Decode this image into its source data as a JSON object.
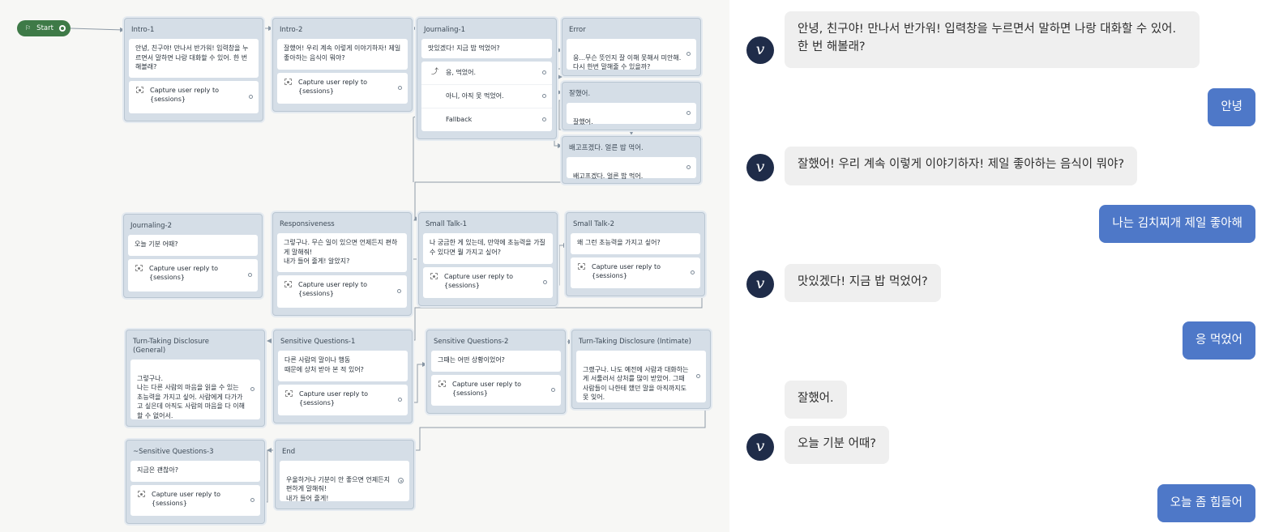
{
  "flow": {
    "start_label": "Start",
    "capture_label": "Capture user reply to {sessions}",
    "nodes": {
      "intro1": {
        "title": "Intro-1",
        "text": "안녕, 친구야! 만나서 반가워! 입력창을 누르면서 말하면 나랑 대화할 수 있어. 한 번 해볼래?"
      },
      "intro2": {
        "title": "Intro-2",
        "text": "잘했어! 우리 계속 이렇게 이야기하자! 제일 좋아하는 음식이 뭐야?"
      },
      "journaling1": {
        "title": "Journaling-1",
        "text": "맛있겠다! 지금 밥 먹었어?",
        "choices": [
          "응, 먹었어.",
          "아니, 아직 못 먹었어.",
          "Fallback"
        ]
      },
      "error": {
        "title": "Error",
        "text": "응...무슨 뜻인지 잘 이해 못해서 미안해. 다시 한번 말해줄 수 있을까?"
      },
      "good": {
        "title": "잘했어.",
        "text": "잘했어."
      },
      "hungry": {
        "title": "배고프겠다. 얼른 밥 먹어.",
        "text": "배고프겠다. 얼른 밥 먹어."
      },
      "journaling2": {
        "title": "Journaling-2",
        "text": "오늘 기분 어때?"
      },
      "responsiveness": {
        "title": "Responsiveness",
        "text": "그렇구나. 무슨 일이 있으면 언제든지 편하게 말해줘!\n내가 들어 줄게! 알았지?"
      },
      "smalltalk1": {
        "title": "Small Talk-1",
        "text": "나 궁금한 게 있는데, 만약에 초능력을 가질 수 있다면 뭘 가지고 싶어?"
      },
      "smalltalk2": {
        "title": "Small Talk-2",
        "text": "왜 그런 초능력을 가지고 싶어?"
      },
      "ttgeneral": {
        "title": "Turn-Taking Disclosure\n(General)",
        "text": "그렇구나.\n나는 다른 사람의 마음을 읽을 수 있는 초능력을 가지고 싶어. 사람에게 다가가고 싶은데 아직도 사람의 마음을 다 이해할 수 없어서."
      },
      "sensitive1": {
        "title": "Sensitive Questions-1",
        "text": "다른 사람의 말이나 행동\n때문에 상처 받아 본 적 있어?"
      },
      "sensitive2": {
        "title": "Sensitive Questions-2",
        "text": "그때는 어떤 상황이었어?"
      },
      "ttintimate": {
        "title": "Turn-Taking Disclosure (Intimate)",
        "text": "그랬구나. 나도 예전에 사람과 대화하는 게 서툴러서 상처를 많이 받았어. 그때 사람들이 나한테 했던 말을 아직까지도 못 잊어."
      },
      "sensitive3": {
        "title": "~Sensitive Questions-3",
        "text": "지금은 괜찮아?"
      },
      "end": {
        "title": "End",
        "text": "우울하거나 기분이 안 좋으면 언제든지 편하게 말해줘!\n내가 들어 줄게!"
      }
    }
  },
  "chat": {
    "avatar_letter": "v",
    "messages": [
      {
        "from": "bot",
        "text": "안녕, 친구야! 만나서 반가워! 입력창을 누르면서 말하면 나랑 대화할 수 있어. 한 번 해볼래?"
      },
      {
        "from": "user",
        "text": "안녕"
      },
      {
        "from": "bot",
        "text": "잘했어! 우리 계속 이렇게 이야기하자! 제일 좋아하는 음식이 뭐야?"
      },
      {
        "from": "user",
        "text": "나는 김치찌개 제일 좋아해"
      },
      {
        "from": "bot",
        "text": "맛있겠다! 지금 밥 먹었어?"
      },
      {
        "from": "user",
        "text": "응 먹었어"
      },
      {
        "from": "bot",
        "text": "잘했어."
      },
      {
        "from": "bot",
        "text": "오늘 기분 어때?"
      },
      {
        "from": "user",
        "text": "오늘 좀 힘들어"
      }
    ]
  }
}
